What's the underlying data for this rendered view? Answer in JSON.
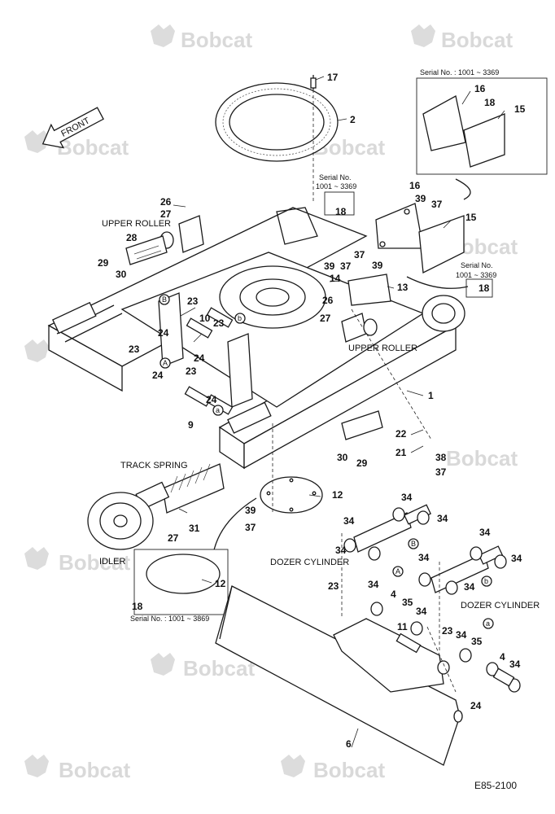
{
  "brand": "Bobcat",
  "document_id": "E85-2100",
  "direction_label": "FRONT",
  "labels": {
    "upper_roller_left": "UPPER ROLLER",
    "upper_roller_right": "UPPER ROLLER",
    "track_spring": "TRACK SPRING",
    "idler": "IDLER",
    "dozer_cylinder_left": "DOZER CYLINDER",
    "dozer_cylinder_right": "DOZER CYLINDER"
  },
  "serials": {
    "top_right_box": "Serial No. : 1001 ~ 3369",
    "mid_box_line1": "Serial No.",
    "mid_box_line2": "1001 ~ 3369",
    "right_box_line1": "Serial No.",
    "right_box_line2": "1001 ~ 3369",
    "idler_box": "Serial No. : 1001 ~ 3869"
  },
  "circle_letters": {
    "a": "a",
    "b": "b",
    "A": "A",
    "B": "B"
  },
  "callouts": [
    {
      "id": "c17",
      "text": "17"
    },
    {
      "id": "c2",
      "text": "2"
    },
    {
      "id": "c16a",
      "text": "16"
    },
    {
      "id": "c18a",
      "text": "18"
    },
    {
      "id": "c15a",
      "text": "15"
    },
    {
      "id": "c26a",
      "text": "26"
    },
    {
      "id": "c27a",
      "text": "27"
    },
    {
      "id": "c28",
      "text": "28"
    },
    {
      "id": "c29a",
      "text": "29"
    },
    {
      "id": "c30a",
      "text": "30"
    },
    {
      "id": "c18b",
      "text": "18"
    },
    {
      "id": "c39a",
      "text": "39"
    },
    {
      "id": "c37a",
      "text": "37"
    },
    {
      "id": "c14",
      "text": "14"
    },
    {
      "id": "c16b",
      "text": "16"
    },
    {
      "id": "c39b",
      "text": "39"
    },
    {
      "id": "c37b",
      "text": "37"
    },
    {
      "id": "c15b",
      "text": "15"
    },
    {
      "id": "c37c",
      "text": "37"
    },
    {
      "id": "c39c",
      "text": "39"
    },
    {
      "id": "c13",
      "text": "13"
    },
    {
      "id": "c18c",
      "text": "18"
    },
    {
      "id": "c26b",
      "text": "26"
    },
    {
      "id": "c27b",
      "text": "27"
    },
    {
      "id": "c23a",
      "text": "23"
    },
    {
      "id": "c10",
      "text": "10"
    },
    {
      "id": "c23b",
      "text": "23"
    },
    {
      "id": "c24a",
      "text": "24"
    },
    {
      "id": "c23c",
      "text": "23"
    },
    {
      "id": "c24b",
      "text": "24"
    },
    {
      "id": "c24c",
      "text": "24"
    },
    {
      "id": "c23d",
      "text": "23"
    },
    {
      "id": "c24d",
      "text": "24"
    },
    {
      "id": "c9",
      "text": "9"
    },
    {
      "id": "c1",
      "text": "1"
    },
    {
      "id": "c22",
      "text": "22"
    },
    {
      "id": "c21",
      "text": "21"
    },
    {
      "id": "c30b",
      "text": "30"
    },
    {
      "id": "c29b",
      "text": "29"
    },
    {
      "id": "c38",
      "text": "38"
    },
    {
      "id": "c37d",
      "text": "37"
    },
    {
      "id": "c12a",
      "text": "12"
    },
    {
      "id": "c39d",
      "text": "39"
    },
    {
      "id": "c37e",
      "text": "37"
    },
    {
      "id": "c27c",
      "text": "27"
    },
    {
      "id": "c31",
      "text": "31"
    },
    {
      "id": "c12b",
      "text": "12"
    },
    {
      "id": "c18d",
      "text": "18"
    },
    {
      "id": "c34a",
      "text": "34"
    },
    {
      "id": "c34b",
      "text": "34"
    },
    {
      "id": "c34c",
      "text": "34"
    },
    {
      "id": "c34d",
      "text": "34"
    },
    {
      "id": "c34e",
      "text": "34"
    },
    {
      "id": "c34f",
      "text": "34"
    },
    {
      "id": "c34g",
      "text": "34"
    },
    {
      "id": "c34h",
      "text": "34"
    },
    {
      "id": "c23e",
      "text": "23"
    },
    {
      "id": "c4a",
      "text": "4"
    },
    {
      "id": "c35a",
      "text": "35"
    },
    {
      "id": "c34i",
      "text": "34"
    },
    {
      "id": "c34j",
      "text": "34"
    },
    {
      "id": "c11",
      "text": "11"
    },
    {
      "id": "c23f",
      "text": "23"
    },
    {
      "id": "c34k",
      "text": "34"
    },
    {
      "id": "c35b",
      "text": "35"
    },
    {
      "id": "c4b",
      "text": "4"
    },
    {
      "id": "c34l",
      "text": "34"
    },
    {
      "id": "c24e",
      "text": "24"
    },
    {
      "id": "c6",
      "text": "6"
    }
  ]
}
